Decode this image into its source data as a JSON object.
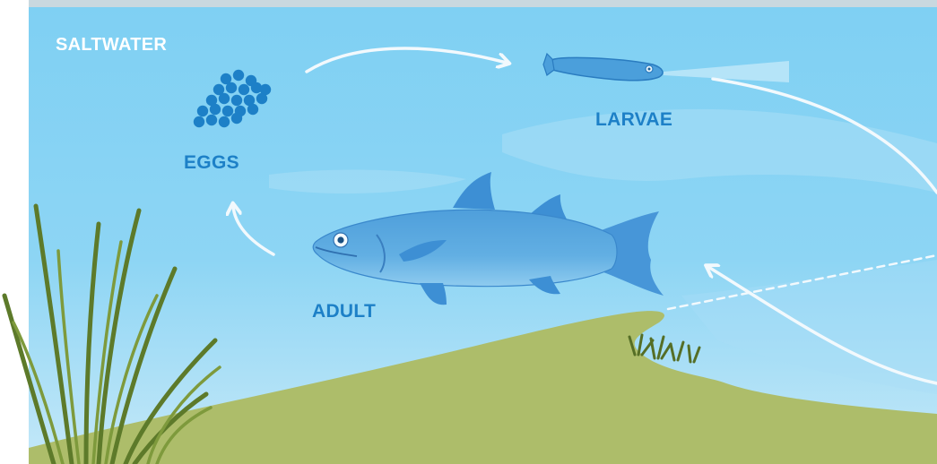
{
  "region_label": "SALTWATER",
  "stages": {
    "eggs": "EGGS",
    "larvae": "LARVAE",
    "adult": "ADULT"
  },
  "colors": {
    "water_top": "#7fd0f3",
    "water_bottom": "#bfe6f8",
    "sediment": "#adbd6a",
    "fish_body": "#5aa9e0",
    "fish_dark": "#3286cc",
    "label_blue": "#1d80c7",
    "arrow": "#f2f9fd",
    "grass": "#6f8a32"
  }
}
